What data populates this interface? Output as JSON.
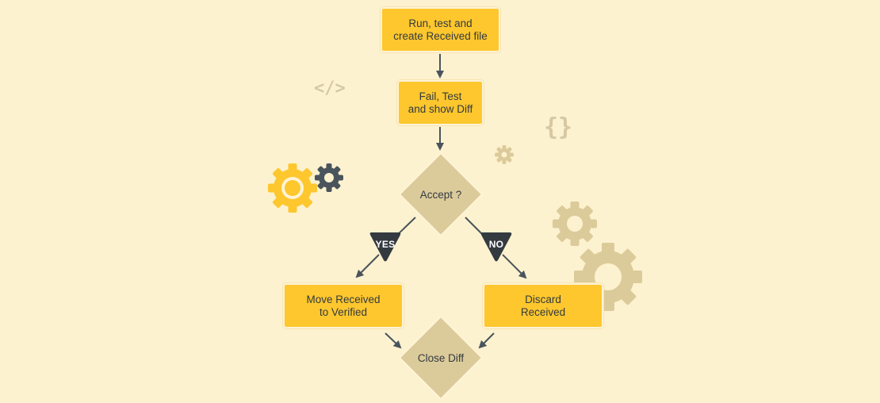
{
  "nodes": {
    "run_test": {
      "label": "Run, test and\ncreate Received file"
    },
    "fail_test": {
      "label": "Fail, Test\nand show Diff"
    },
    "accept": {
      "label": "Accept ?"
    },
    "move_received": {
      "label": "Move Received\nto Verified"
    },
    "discard_received": {
      "label": "Discard\nReceived"
    },
    "close_diff": {
      "label": "Close Diff"
    }
  },
  "branches": {
    "yes": {
      "label": "YES"
    },
    "no": {
      "label": "NO"
    }
  },
  "decorations": {
    "code_tag_icon": "</>",
    "curly_braces_icon": "{}"
  },
  "colors": {
    "background": "#fdf2cf",
    "process_box": "#fdc72d",
    "decision_diamond": "#dccb9a",
    "branch_marker": "#333a40",
    "arrow": "#4a545c",
    "gear_yellow": "#fdc72d",
    "gear_dark": "#4a545c",
    "gear_beige": "#dccb9a"
  }
}
